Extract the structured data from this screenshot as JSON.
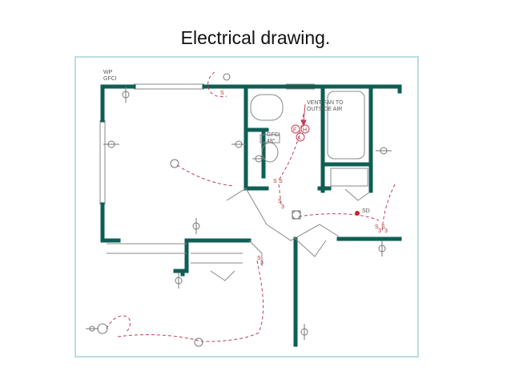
{
  "slide": {
    "title": "Electrical drawing."
  },
  "drawing": {
    "labels": {
      "wp": "WP",
      "gfci_top": "GFCI",
      "vent_line1": "VENT FAN TO",
      "vent_line2": "OUTSIDE AIR",
      "gfci_bath": "GFCI",
      "gfci_height": "48\"",
      "smoke_detector": "SD",
      "fan_symbol": "F",
      "heater_symbol": "H",
      "light_symbol": "L",
      "switch_s1": "S",
      "switch_s2": "S",
      "switch_s3": "S",
      "switch_s4": "S",
      "switch_s5": "S",
      "switch_s6": "S",
      "switch_s7": "S",
      "three_a": "3",
      "three_b": "3",
      "three_c": "3",
      "three_d": "3"
    },
    "colors": {
      "wall": "#0f5e54",
      "circuit": "#c0405a",
      "fixture": "#777777",
      "frame": "#b9dde4",
      "smoke_dot": "#d42020"
    }
  }
}
